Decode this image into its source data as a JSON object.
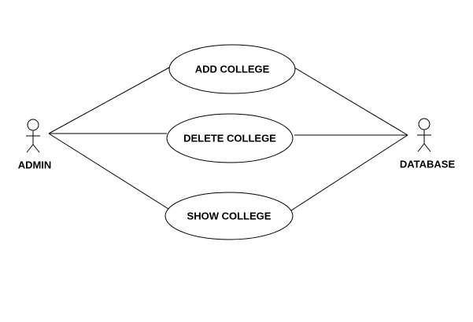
{
  "diagram": {
    "type": "use-case",
    "actors": {
      "admin": {
        "label": "ADMIN"
      },
      "database": {
        "label": "DATABASE"
      }
    },
    "use_cases": {
      "add": {
        "label": "ADD COLLEGE"
      },
      "delete": {
        "label": "DELETE COLLEGE"
      },
      "show": {
        "label": "SHOW COLLEGE"
      }
    },
    "colors": {
      "stroke": "#000000",
      "background": "#ffffff"
    }
  }
}
